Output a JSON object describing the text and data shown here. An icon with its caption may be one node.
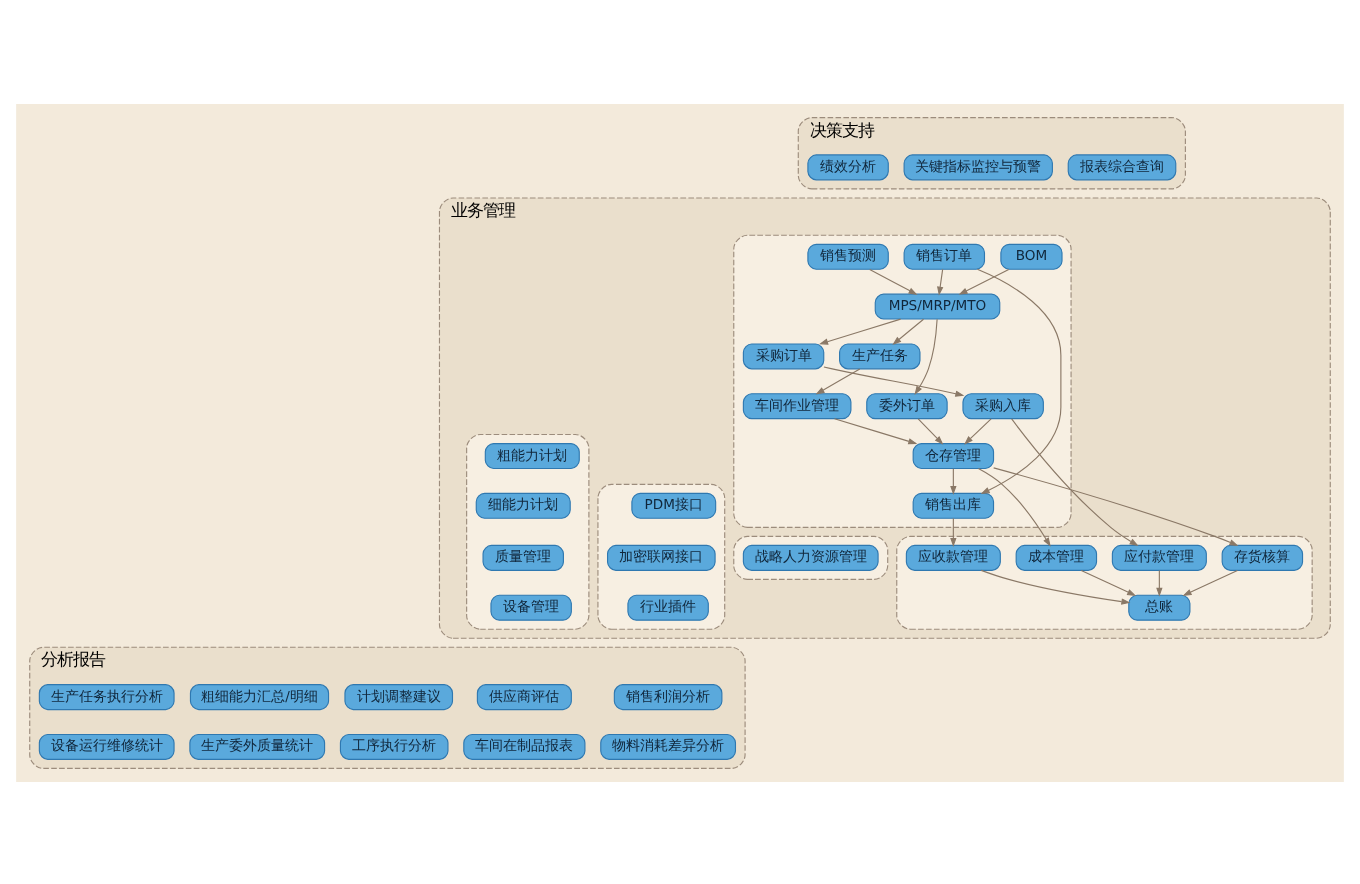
{
  "diagram": {
    "nodes": [
      {
        "text": [
          "决策支持"
        ]
      },
      {
        "text": [
          "报表综合查询"
        ],
        "in": 0
      },
      {
        "text": [
          "关键指标监控与预警"
        ],
        "in": 0
      },
      {
        "text": [
          "绩效分析"
        ],
        "in": 0
      },
      {
        "text": [
          "业务管理"
        ]
      },
      {
        "text": [],
        "shape": "box",
        "in": 4
      },
      {
        "text": [
          "销售预测"
        ],
        "in": 5
      },
      {
        "text": [
          "销售订单"
        ],
        "in": 5
      },
      {
        "text": [
          "MPS/MRP/MTO"
        ],
        "in": 5
      },
      {
        "text": [
          "BOM"
        ],
        "in": 5
      },
      {
        "text": [
          "委外订单"
        ],
        "in": 5
      },
      {
        "text": [
          "生产任务"
        ],
        "in": 5
      },
      {
        "text": [
          "采购订单"
        ],
        "in": 5
      },
      {
        "text": [
          "车间作业管理"
        ],
        "in": 5
      },
      {
        "text": [
          "销售出库"
        ],
        "in": 5
      },
      {
        "text": [
          "仓存管理"
        ],
        "in": 5
      },
      {
        "text": [
          "采购入库"
        ],
        "in": 5
      },
      {
        "text": [],
        "shape": "box",
        "in": 4
      },
      {
        "text": [
          "应收款管理"
        ],
        "in": 17
      },
      {
        "text": [
          "成本管理"
        ],
        "in": 17
      },
      {
        "text": [
          "存货核算"
        ],
        "in": 17
      },
      {
        "text": [
          "应付款管理"
        ],
        "in": 17
      },
      {
        "text": [
          "总账"
        ],
        "in": 17
      },
      {
        "text": [],
        "shape": "box",
        "in": 4
      },
      {
        "text": [
          "粗能力计划"
        ],
        "in": 23
      },
      {
        "text": [
          "细能力计划"
        ],
        "in": 23
      },
      {
        "text": [
          "质量管理"
        ],
        "in": 23
      },
      {
        "text": [
          "设备管理"
        ],
        "in": 23
      },
      {
        "text": [],
        "shape": "box",
        "in": 4
      },
      {
        "text": [
          "战略人力资源管理"
        ],
        "in": 28
      },
      {
        "text": [],
        "shape": "box",
        "in": 4
      },
      {
        "text": [
          "PDM接口"
        ],
        "in": 30
      },
      {
        "text": [
          "加密联网接口"
        ],
        "in": 30
      },
      {
        "text": [
          "行业插件"
        ],
        "in": 30
      },
      {
        "text": [
          "分析报告"
        ]
      },
      {
        "text": [
          "销售利润分析"
        ],
        "in": 34
      },
      {
        "text": [
          "供应商评估"
        ],
        "in": 34
      },
      {
        "text": [
          "计划调整建议"
        ],
        "in": 34
      },
      {
        "text": [
          "粗细能力汇总/明细"
        ],
        "in": 34
      },
      {
        "text": [
          "生产任务执行分析"
        ],
        "in": 34
      },
      {
        "text": [
          "物料消耗差异分析"
        ],
        "in": 34
      },
      {
        "text": [
          "车间在制品报表"
        ],
        "in": 34
      },
      {
        "text": [
          "工序执行分析"
        ],
        "in": 34
      },
      {
        "text": [
          "生产委外质量统计"
        ],
        "in": 34
      },
      {
        "text": [
          "设备运行维修统计"
        ],
        "in": 34
      }
    ],
    "edges": [
      {
        "from": 6,
        "to": 8,
        "arrow": "to"
      },
      {
        "from": 7,
        "to": 8,
        "arrow": "to"
      },
      {
        "from": 9,
        "to": 8,
        "arrow": "to"
      },
      {
        "from": 8,
        "to": 10,
        "arrow": "to"
      },
      {
        "from": 8,
        "to": 11,
        "arrow": "to"
      },
      {
        "from": 8,
        "to": 12,
        "arrow": "to"
      },
      {
        "from": 11,
        "to": 13,
        "arrow": "to"
      },
      {
        "from": 10,
        "to": 15,
        "arrow": "to"
      },
      {
        "from": 13,
        "to": 15,
        "arrow": "to"
      },
      {
        "from": 12,
        "to": 16,
        "arrow": "to"
      },
      {
        "from": 16,
        "to": 15,
        "arrow": "to"
      },
      {
        "from": 15,
        "to": 14,
        "arrow": "to"
      },
      {
        "from": 7,
        "to": 14,
        "arrow": "to"
      },
      {
        "from": 14,
        "to": 18,
        "arrow": "to"
      },
      {
        "from": 15,
        "to": 19,
        "arrow": "to"
      },
      {
        "from": 15,
        "to": 20,
        "arrow": "to"
      },
      {
        "from": 16,
        "to": 21,
        "arrow": "to"
      },
      {
        "from": 18,
        "to": 22,
        "arrow": "to"
      },
      {
        "from": 19,
        "to": 22,
        "arrow": "to"
      },
      {
        "from": 20,
        "to": 22,
        "arrow": "to"
      },
      {
        "from": 21,
        "to": 22,
        "arrow": "to"
      }
    ]
  }
}
